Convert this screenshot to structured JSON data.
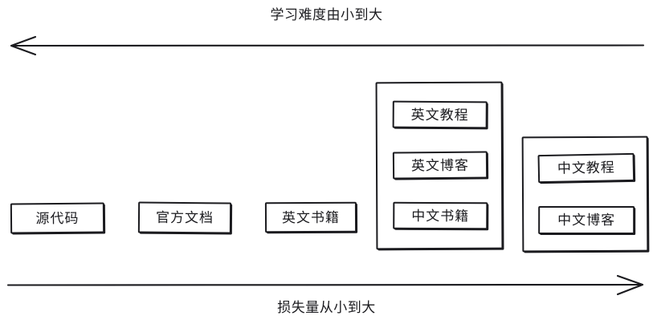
{
  "diagram": {
    "top_axis": {
      "label": "学习难度由小到大",
      "direction": "left"
    },
    "bottom_axis": {
      "label": "损失量从小到大",
      "direction": "right"
    },
    "nodes": [
      {
        "id": "source-code",
        "label": "源代码"
      },
      {
        "id": "official-docs",
        "label": "官方文档"
      },
      {
        "id": "english-books",
        "label": "英文书籍"
      }
    ],
    "groups": [
      {
        "id": "english-resources",
        "items": [
          {
            "id": "english-tutorial",
            "label": "英文教程"
          },
          {
            "id": "english-blog",
            "label": "英文博客"
          },
          {
            "id": "chinese-books",
            "label": "中文书籍"
          }
        ]
      },
      {
        "id": "chinese-resources",
        "items": [
          {
            "id": "chinese-tutorial",
            "label": "中文教程"
          },
          {
            "id": "chinese-blog",
            "label": "中文博客"
          }
        ]
      }
    ],
    "colors": {
      "stroke": "#1b1b1f",
      "background": "#ffffff"
    }
  }
}
